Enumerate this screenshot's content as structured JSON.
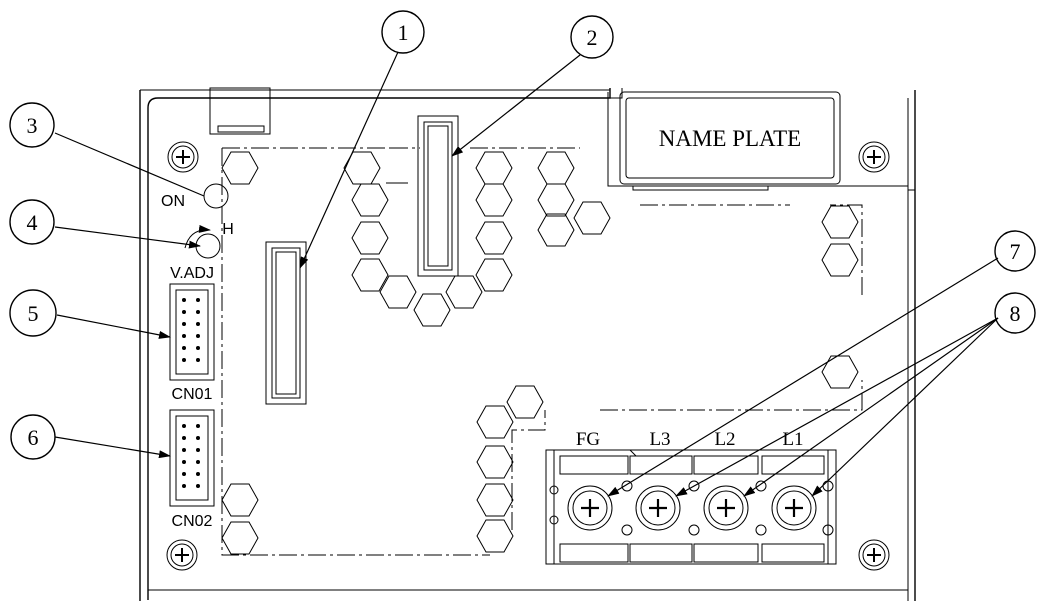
{
  "callouts": [
    "1",
    "2",
    "3",
    "4",
    "5",
    "6",
    "7",
    "8"
  ],
  "name_plate": "NAME PLATE",
  "silkscreen": {
    "on": "ON",
    "h": "H",
    "v_adj": "V.ADJ",
    "cn01": "CN01",
    "cn02": "CN02"
  },
  "terminals": [
    "FG",
    "L3",
    "L2",
    "L1"
  ]
}
